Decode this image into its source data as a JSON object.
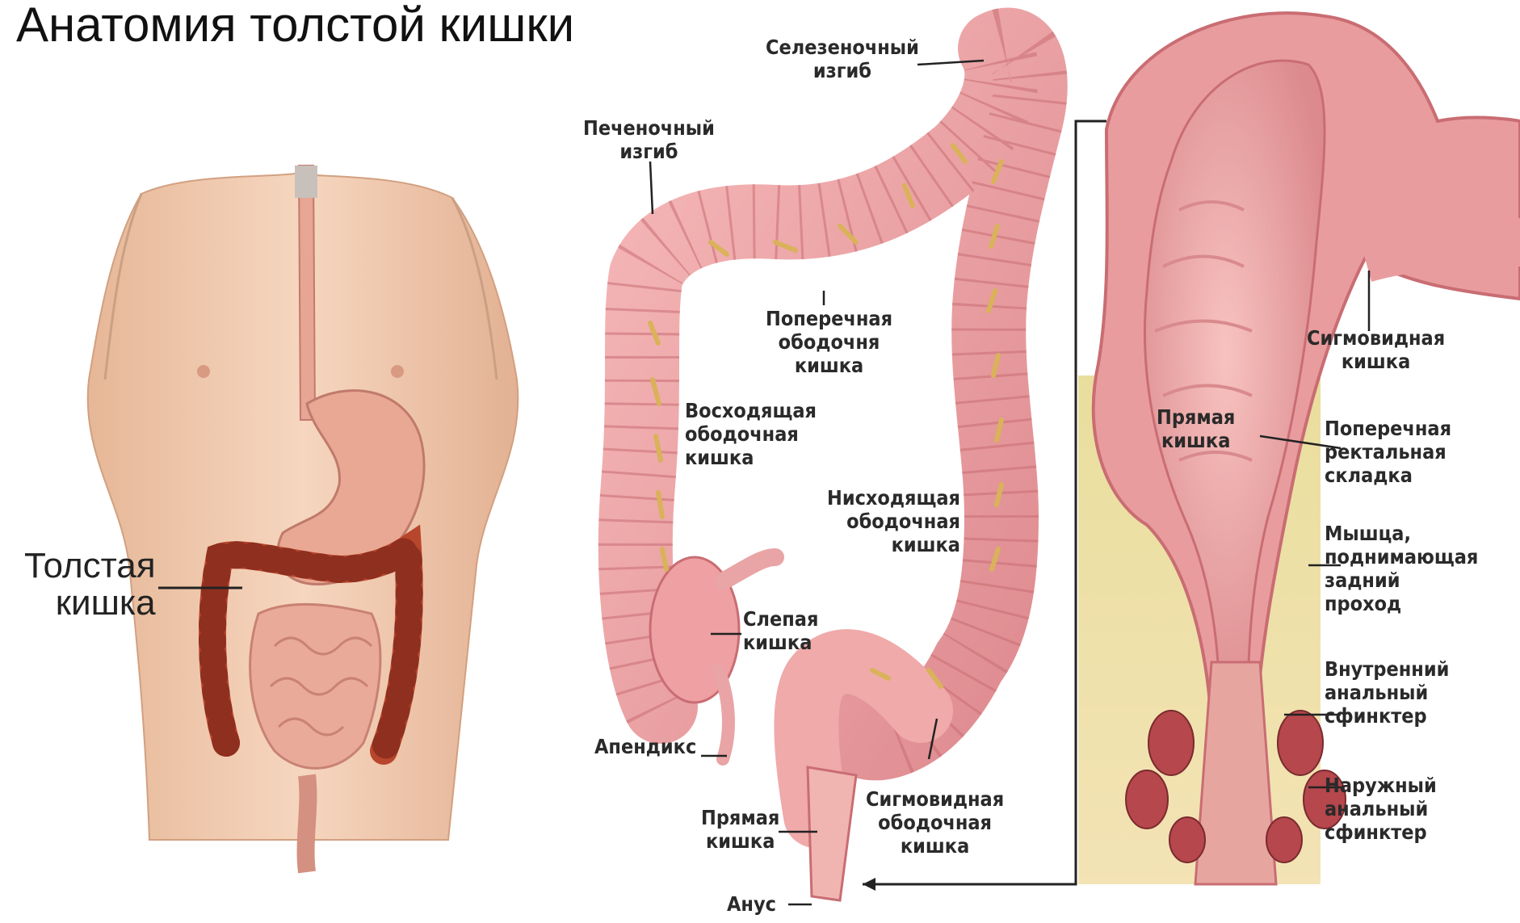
{
  "title": "Анатомия толстой кишки",
  "body_label": "Толстая\nкишка",
  "labels": {
    "splenic_flexure": "Селезеночный\nизгиб",
    "hepatic_flexure": "Печеночный\nизгиб",
    "transverse_colon": "Поперечная\nободочня\nкишка",
    "ascending_colon": "Восходящая\nободочная\nкишка",
    "descending_colon": "Нисходящая\nободочная\nкишка",
    "cecum": "Слепая\nкишка",
    "appendix": "Апендикс",
    "rectum_left": "Прямая\nкишка",
    "anus": "Анус",
    "sigmoid_colon": "Сигмовидная\nободочная\nкишка",
    "sigmoid_right": "Сигмовидная\nкишка",
    "rectum_right": "Прямая\nкишка",
    "rectal_fold": "Поперечная\nректальная\nскладка",
    "levator_muscle": "Мышца,\nподнимающая\nзадний\nпроход",
    "internal_sphincter": "Внутренний\nанальный\nсфинктер",
    "external_sphincter": "Наружный\nанальный\nсфинктер"
  },
  "colors": {
    "skin": "#f0c9ad",
    "colon": "#eea0a3",
    "colon_dark": "#c96d73",
    "vessel": "#d9b25a",
    "large_bowel_body": "#b8462c"
  }
}
